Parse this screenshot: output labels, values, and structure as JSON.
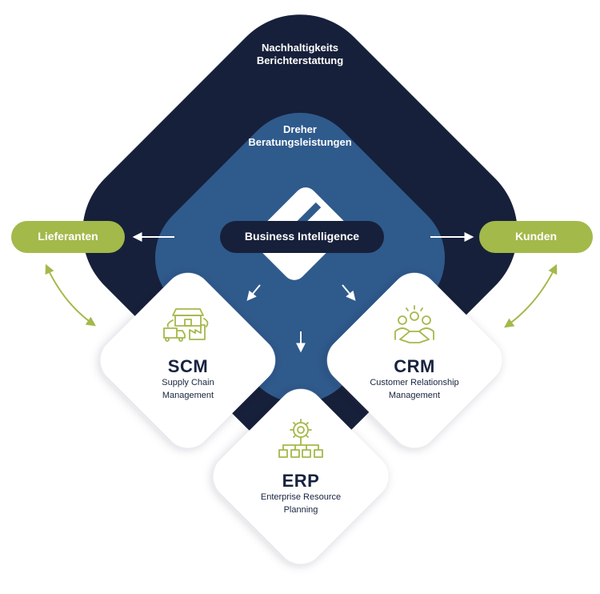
{
  "outer": {
    "label_line1": "Nachhaltigkeits",
    "label_line2": "Berichterstattung"
  },
  "inner": {
    "label_line1": "Dreher",
    "label_line2": "Beratungsleistungen"
  },
  "center": {
    "label": "Business Intelligence"
  },
  "left_pill": {
    "label": "Lieferanten"
  },
  "right_pill": {
    "label": "Kunden"
  },
  "modules": {
    "scm": {
      "title": "SCM",
      "sub1": "Supply Chain",
      "sub2": "Management"
    },
    "crm": {
      "title": "CRM",
      "sub1": "Customer Relationship",
      "sub2": "Management"
    },
    "erp": {
      "title": "ERP",
      "sub1": "Enterprise Resource",
      "sub2": "Planning"
    }
  },
  "colors": {
    "outer": "#17203a",
    "inner": "#2f5a8c",
    "accent": "#a3b94a",
    "text_dark": "#17233f"
  }
}
